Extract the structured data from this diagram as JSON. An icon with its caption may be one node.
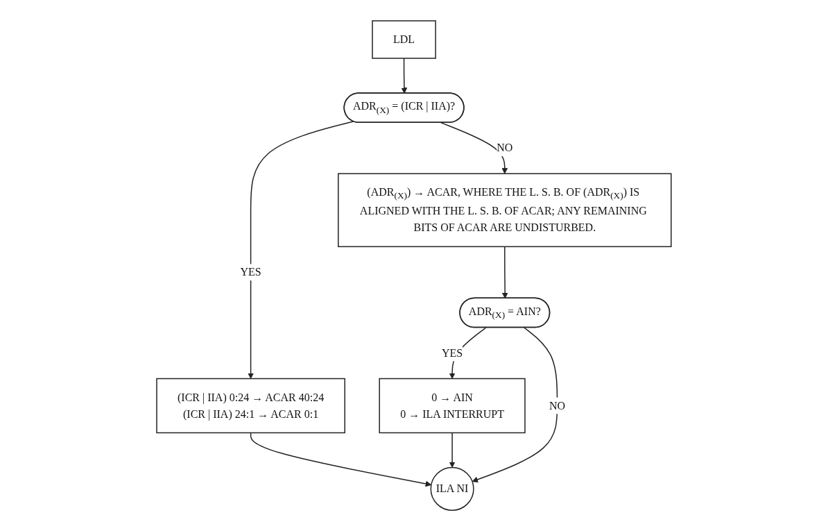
{
  "diagram": {
    "nodes": [
      {
        "text": [
          "LDL"
        ]
      },
      {
        "text": [
          "ADR$_{(X)}$ = (ICR | IIA)?"
        ]
      },
      {
        "text": [
          "(ICR | IIA) 0:24 → ACAR 40:24",
          "(ICR | IIA) 24:1 → ACAR 0:1"
        ]
      },
      {
        "text": [
          "(ADR$_{(X)}$) → ACAR, WHERE THE L. S. B. OF (ADR$_{(X)}$) IS ALIGNED WITH THE L. S. B. OF ACAR; ANY REMAINING BITS OF ACAR ARE UNDISTURBED."
        ]
      },
      {
        "text": [
          "ADR$_{(X)}$ = AIN?"
        ]
      },
      {
        "text": [
          "0 → AIN",
          "0 → ILA INTERRUPT"
        ]
      },
      {
        "text": [
          "ILA NI"
        ]
      }
    ],
    "edges": [
      {
        "from": 0,
        "to": 1,
        "arrow": "to"
      },
      {
        "from": 1,
        "to": 2,
        "arrow": "to",
        "label": "YES"
      },
      {
        "from": 1,
        "to": 3,
        "arrow": "to",
        "label": "NO"
      },
      {
        "from": 3,
        "to": 4,
        "arrow": "to"
      },
      {
        "from": 4,
        "to": 5,
        "arrow": "to",
        "label": "YES"
      },
      {
        "from": 2,
        "to": 6,
        "arrow": "to"
      },
      {
        "from": 5,
        "to": 6,
        "arrow": "to"
      },
      {
        "from": 4,
        "to": 6,
        "arrow": "to",
        "label": "NO"
      }
    ]
  }
}
